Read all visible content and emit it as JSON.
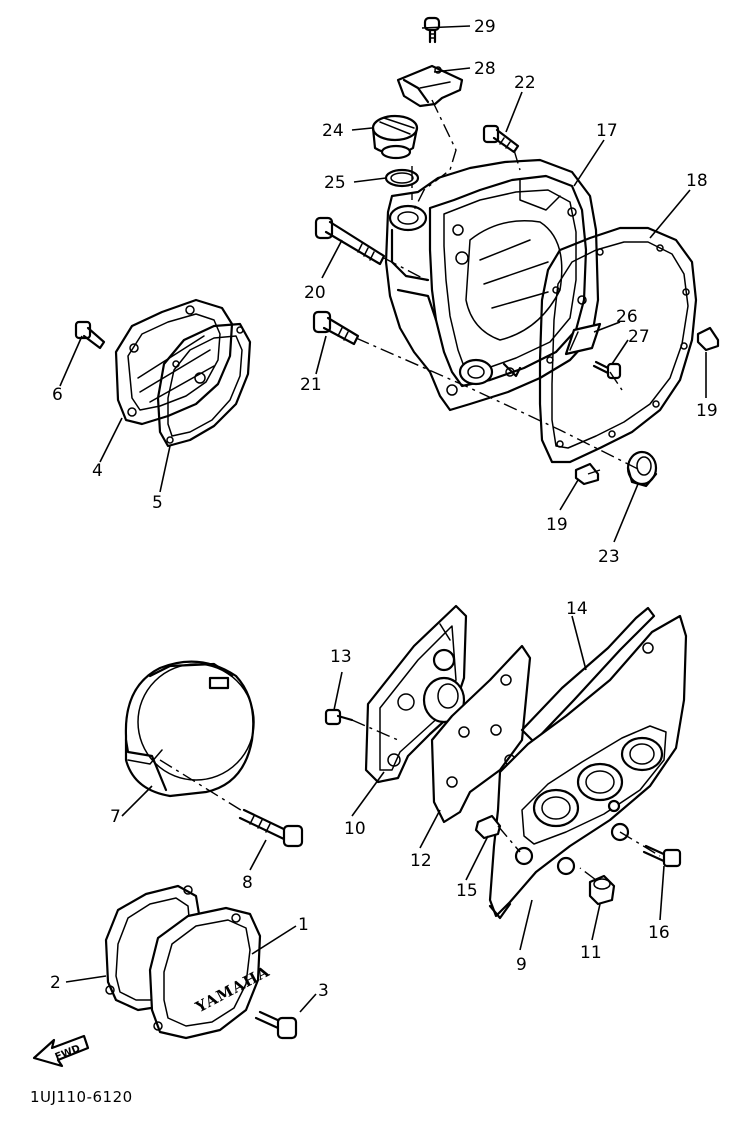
{
  "diagram": {
    "drawing_code": "1UJ110-6120",
    "brand_marking": "YAMAHA",
    "forward_arrow_label": "FWD",
    "callouts": {
      "p1": "1",
      "p2": "2",
      "p3": "3",
      "p4": "4",
      "p5": "5",
      "p6": "6",
      "p7": "7",
      "p8": "8",
      "p9": "9",
      "p10": "10",
      "p11": "11",
      "p12": "12",
      "p13": "13",
      "p14": "14",
      "p15": "15",
      "p16": "16",
      "p17": "17",
      "p18": "18",
      "p19a": "19",
      "p19b": "19",
      "p20": "20",
      "p21": "21",
      "p22": "22",
      "p23": "23",
      "p24": "24",
      "p25": "25",
      "p26": "26",
      "p27": "27",
      "p28": "28",
      "p29": "29"
    }
  }
}
